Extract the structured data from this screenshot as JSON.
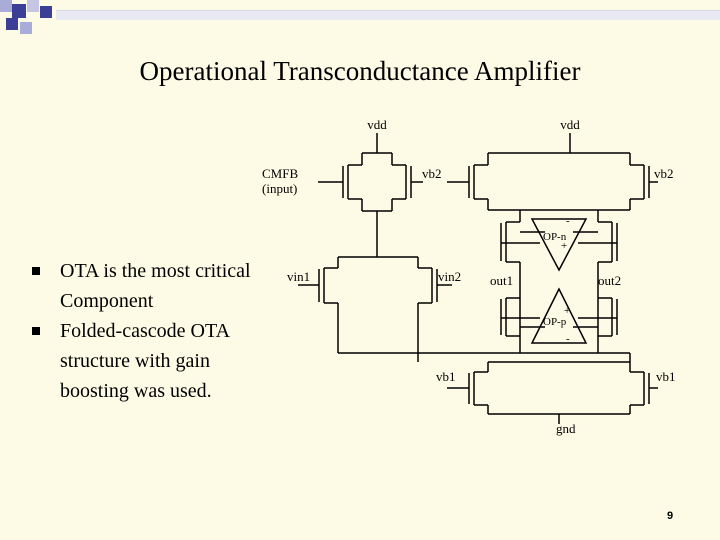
{
  "slide": {
    "title": "Operational Transconductance Amplifier",
    "bullets": [
      "OTA is the most critical Component",
      "Folded-cascode OTA structure with gain boosting was used."
    ],
    "page_number": "9"
  },
  "circuit": {
    "labels": {
      "vdd_left": "vdd",
      "vdd_right": "vdd",
      "cmfb": "CMFB",
      "cmfb_input": "(input)",
      "vb2_left": "vb2",
      "vb2_right": "vb2",
      "opn": "OP-n",
      "opp": "OP-p",
      "vin1": "vin1",
      "vin2": "vin2",
      "out1": "out1",
      "out2": "out2",
      "vb1_left": "vb1",
      "vb1_right": "vb1",
      "gnd": "gnd",
      "minus": "-",
      "plus": "+"
    }
  },
  "colors": {
    "background": "#fdfbe6",
    "corner_dark": "#3b3f96",
    "corner_light": "#a9acd8"
  }
}
